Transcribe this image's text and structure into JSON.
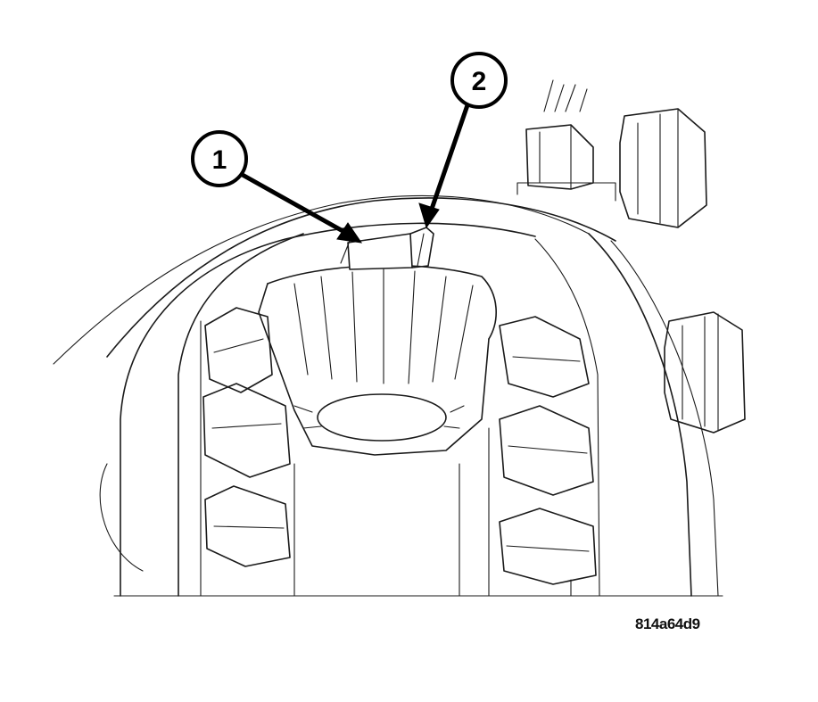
{
  "figure": {
    "code": "814a64d9",
    "callouts": [
      {
        "number": "1"
      },
      {
        "number": "2"
      }
    ]
  }
}
